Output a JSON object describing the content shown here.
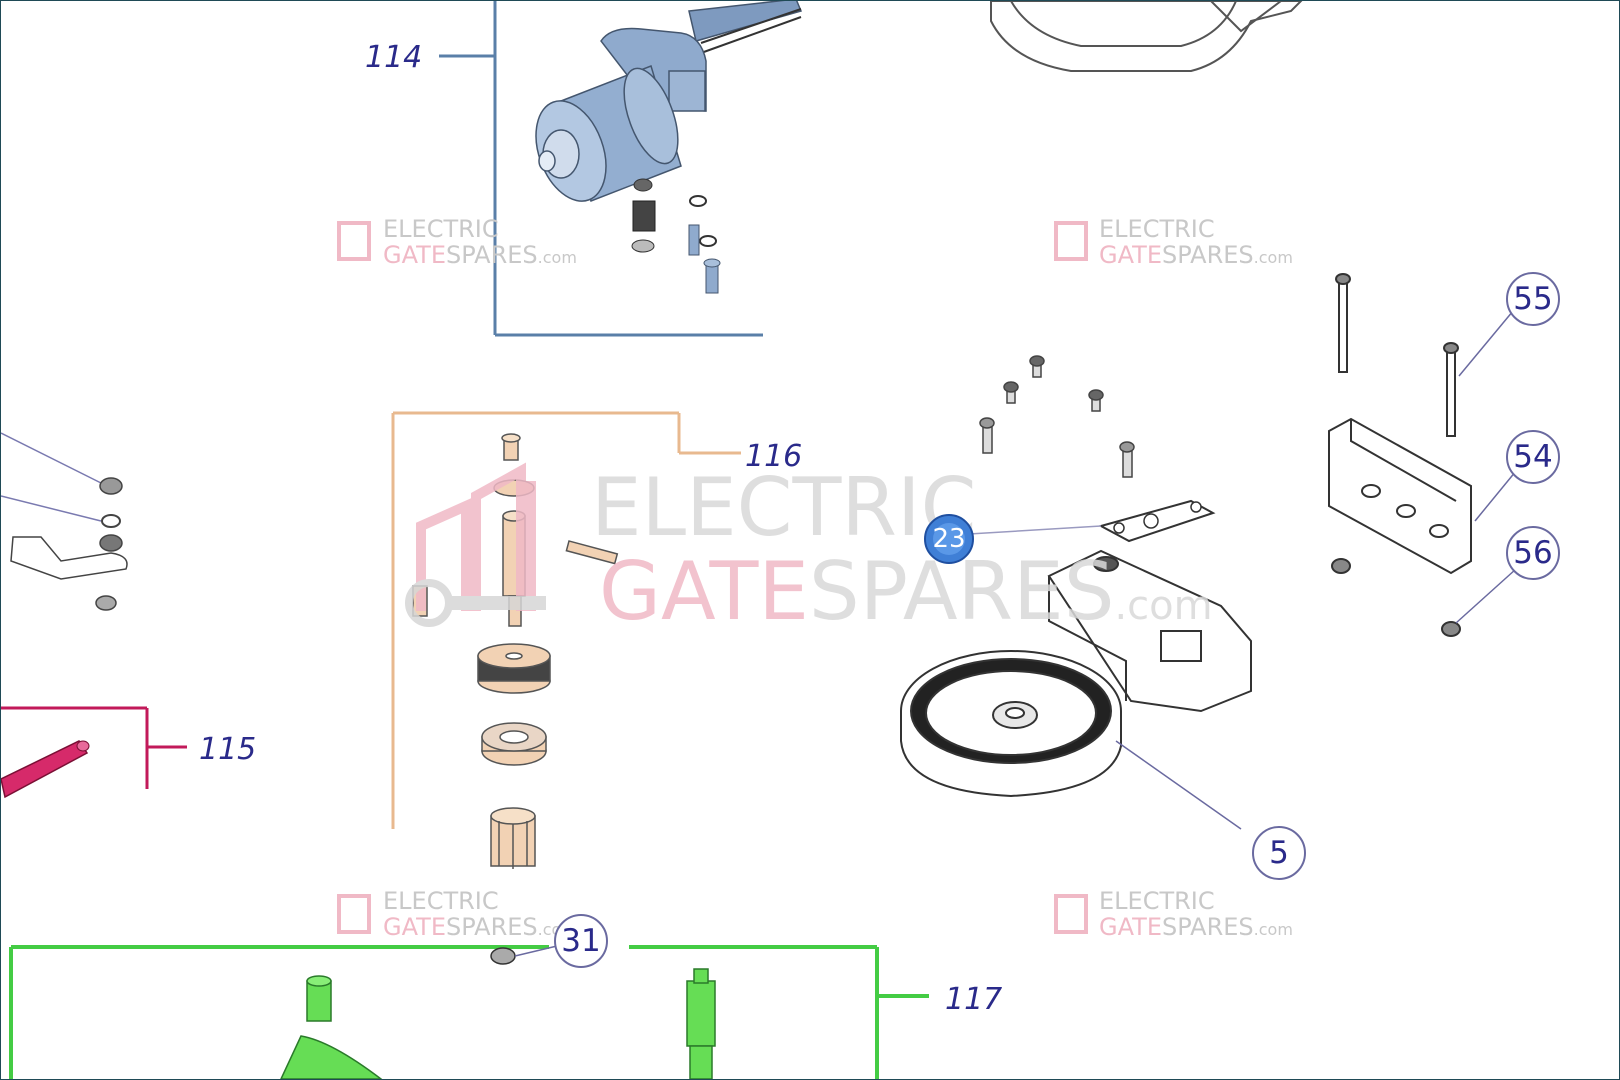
{
  "diagram": {
    "groups": [
      {
        "id": "114",
        "color": "#5a7fa8"
      },
      {
        "id": "115",
        "color": "#c21a5a"
      },
      {
        "id": "116",
        "color": "#e8b98f"
      },
      {
        "id": "117",
        "color": "#44cc44"
      }
    ],
    "callouts": [
      "55",
      "54",
      "56",
      "5",
      "31"
    ],
    "marker": "23",
    "watermark": {
      "line1": "ELECTRIC",
      "line2_a": "GATE",
      "line2_b": "SPARES",
      "line2_suffix": ".com",
      "accent_color": "#f0b9c6",
      "grey_color": "#d4d4d4"
    }
  }
}
